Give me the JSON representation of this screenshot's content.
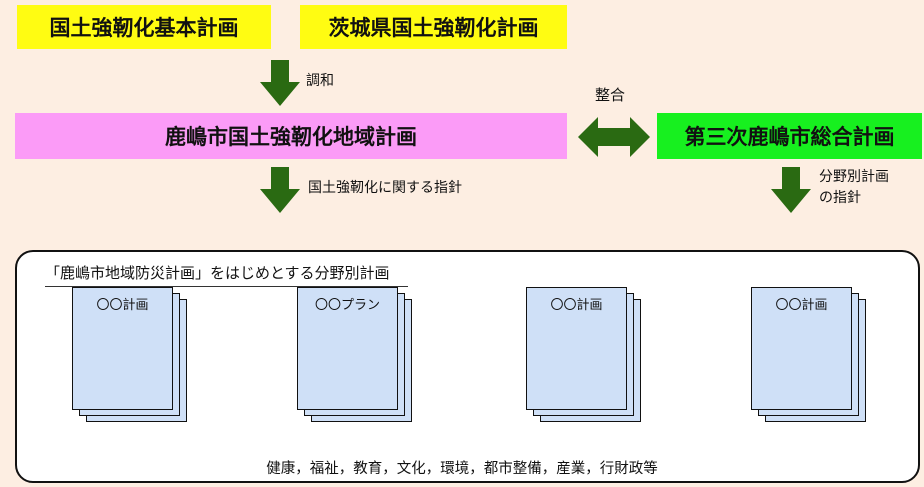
{
  "top_boxes": {
    "national_plan": "国土強靭化基本計画",
    "prefectural_plan": "茨城県国土強靭化計画"
  },
  "labels": {
    "harmony": "調和",
    "consistency": "整合",
    "guideline": "国土強靭化に関する指針",
    "sector_guideline": "分野別計画\nの指針"
  },
  "middle_boxes": {
    "regional_plan": "鹿嶋市国土強靭化地域計画",
    "comprehensive_plan": "第三次鹿嶋市総合計画"
  },
  "panel": {
    "title": "「鹿嶋市地域防災計画」をはじめとする分野別計画",
    "documents": [
      "〇〇計画",
      "〇〇プラン",
      "〇〇計画",
      "〇〇計画"
    ],
    "footer": "健康，福祉，教育，文化，環境，都市整備，産業，行財政等"
  },
  "colors": {
    "background": "#fdeee2",
    "yellow": "#fffc12",
    "pink": "#fb9bf7",
    "green": "#17f01f",
    "arrow": "#2a6a12",
    "document": "#cfe0f7"
  }
}
